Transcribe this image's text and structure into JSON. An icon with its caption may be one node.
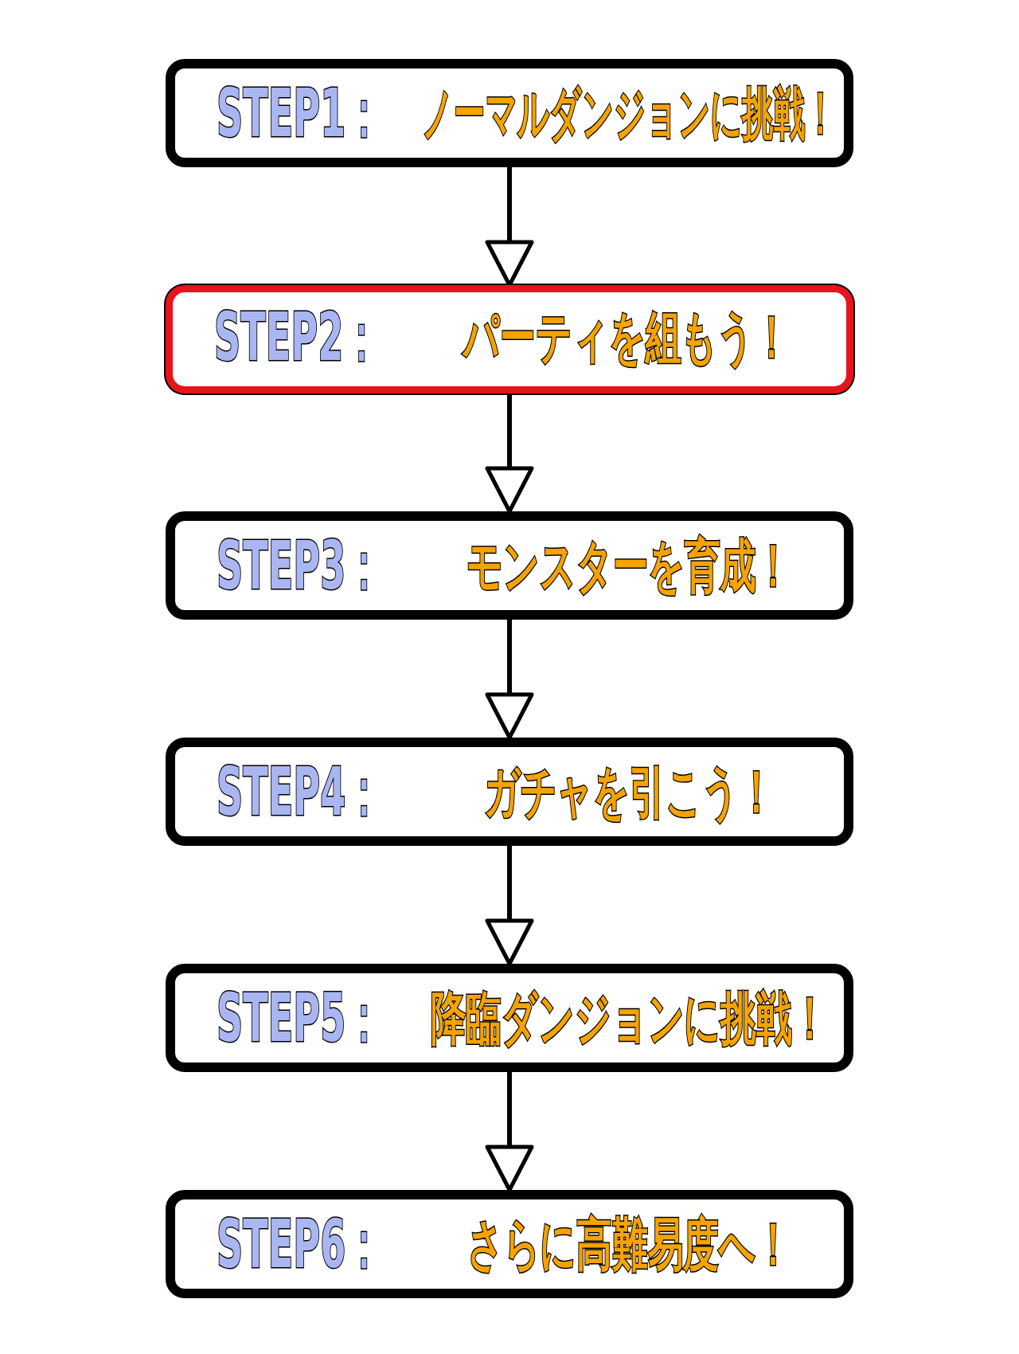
{
  "diagram": {
    "nodes": [
      {
        "text": [
          "STEP1：",
          "ノーマルダンジョンに挑戦！"
        ]
      },
      {
        "text": [
          "STEP2：",
          "パーティを組もう！"
        ]
      },
      {
        "text": [
          "STEP3：",
          "モンスターを育成！"
        ]
      },
      {
        "text": [
          "STEP4：",
          "ガチャを引こう！"
        ]
      },
      {
        "text": [
          "STEP5：",
          "降臨ダンジョンに挑戦！"
        ]
      },
      {
        "text": [
          "STEP6：",
          "さらに高難易度へ！"
        ]
      }
    ],
    "edges": [
      {
        "from": 0,
        "to": 1,
        "arrow": "to"
      },
      {
        "from": 1,
        "to": 2,
        "arrow": "to"
      },
      {
        "from": 2,
        "to": 3,
        "arrow": "to"
      },
      {
        "from": 3,
        "to": 4,
        "arrow": "to"
      },
      {
        "from": 4,
        "to": 5,
        "arrow": "to"
      }
    ]
  }
}
